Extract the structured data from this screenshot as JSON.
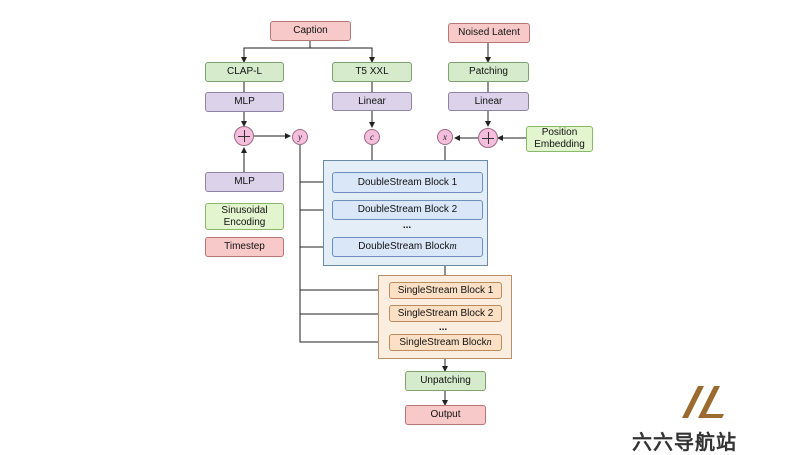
{
  "inputs": {
    "caption": "Caption",
    "noised_latent": "Noised Latent",
    "timestep": "Timestep"
  },
  "encoders": {
    "clap": "CLAP-L",
    "t5": "T5 XXL",
    "patching": "Patching",
    "mlp_top": "MLP",
    "linear_text": "Linear",
    "linear_latent": "Linear",
    "position_embedding": "Position\nEmbedding",
    "mlp_bottom": "MLP",
    "sinusoidal": "Sinusoidal\nEncoding"
  },
  "variables": {
    "y": "y",
    "c": "c",
    "x": "x"
  },
  "double_stream": {
    "block1": "DoubleStream Block 1",
    "block2": "DoubleStream Block 2",
    "dots": "...",
    "blockm_prefix": "DoubleStream Block ",
    "blockm_sym": "m"
  },
  "single_stream": {
    "block1": "SingleStream Block 1",
    "block2": "SingleStream Block 2",
    "dots": "...",
    "blockn_prefix": "SingleStream Block ",
    "blockn_sym": "n"
  },
  "outputs": {
    "unpatching": "Unpatching",
    "output": "Output"
  },
  "watermark": {
    "text": "六六导航站"
  }
}
